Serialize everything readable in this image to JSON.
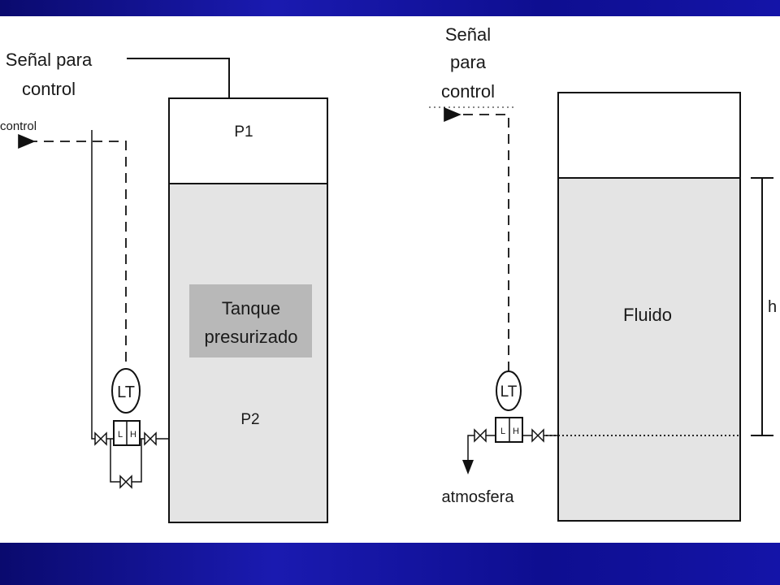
{
  "diagram": {
    "left": {
      "signal_label_line1": "Señal para",
      "signal_label_line2": "control",
      "arrow_label": "control",
      "tank_top_label": "P1",
      "tank_center_label_line1": "Tanque",
      "tank_center_label_line2": "presurizado",
      "tank_bottom_label": "P2",
      "transmitter_label": "LT",
      "port_low": "L",
      "port_high": "H"
    },
    "right": {
      "signal_label_line1": "Señal",
      "signal_label_line2": "para",
      "signal_label_line3": "control",
      "fluid_label": "Fluido",
      "height_label": "h",
      "vent_label": "atmosfera",
      "transmitter_label": "LT",
      "port_low": "L",
      "port_high": "H"
    },
    "colors": {
      "background": "#ffffff",
      "liquid": "#e4e4e4",
      "label_box": "#b8b8b8",
      "line": "#111111",
      "banner": "#1414a8"
    }
  }
}
